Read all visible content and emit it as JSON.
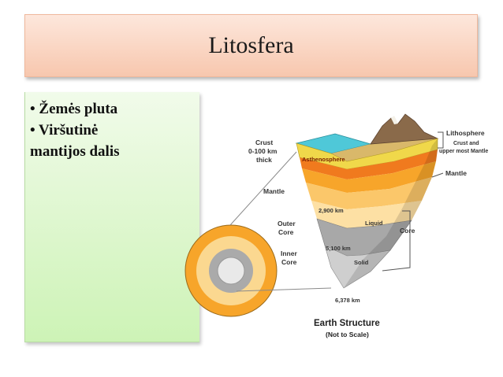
{
  "slide": {
    "title": "Litosfera",
    "bullets": [
      "• Žemės pluta",
      "• Viršutinė"
    ],
    "continuation": "mantijos dalis"
  },
  "diagram": {
    "crust_label": [
      "Crust",
      "0-100 km",
      "thick"
    ],
    "asthenosphere": "Asthenosphere",
    "mantle_left": "Mantle",
    "depth_2900": "2,900 km",
    "liquid": "Liquid",
    "outer_core": [
      "Outer",
      "Core"
    ],
    "depth_5100": "5,100 km",
    "solid": "Solid",
    "inner_core": [
      "Inner",
      "Core"
    ],
    "depth_6378": "6,378 km",
    "lithosphere": "Lithosphere",
    "lithosphere_sub": [
      "Crust and",
      "upper most Mantle"
    ],
    "mantle_right": "Mantle",
    "core_right": "Core",
    "caption": "Earth Structure",
    "caption_sub": "(Not to Scale)",
    "colors": {
      "ocean": "#4fc8d8",
      "crust": "#c9a35e",
      "lithosphere_band": "#f0d84a",
      "asthenosphere": "#f07a1e",
      "mantle": "#f7b24a",
      "mantle_light": "#fbd890",
      "outer_core": "#b5b5b5",
      "inner_core": "#d6d6d6"
    }
  }
}
